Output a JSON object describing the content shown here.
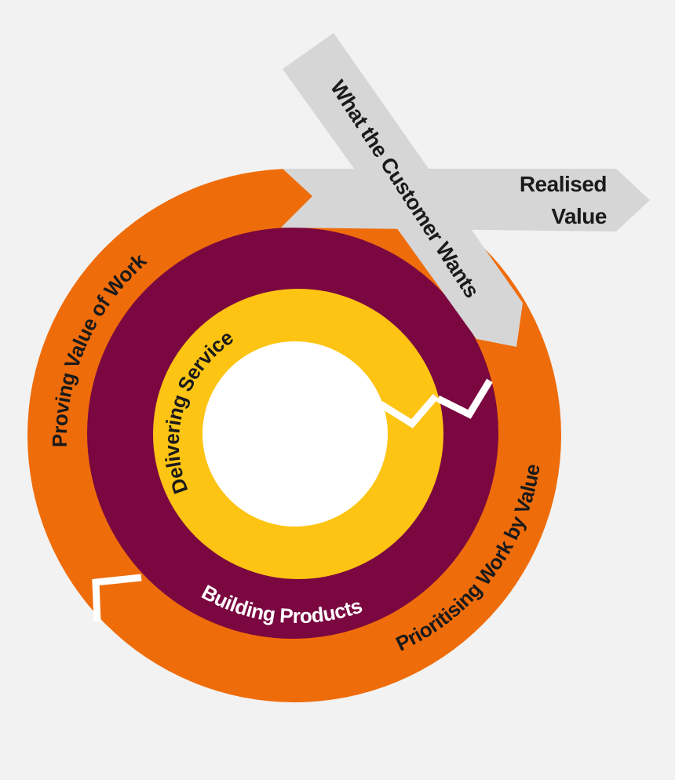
{
  "diagram": {
    "colors": {
      "background": "#f2f2f2",
      "outer_ring": "#ef6c0a",
      "middle_ring": "#7a0740",
      "inner_ring": "#fdc414",
      "center": "#ffffff",
      "arrows": "#d6d6d6",
      "label_dark": "#1a1a1a",
      "label_light": "#ffffff"
    },
    "arrows": {
      "customer_wants": "What the Customer Wants",
      "realised_value_line1": "Realised",
      "realised_value_line2": "Value"
    },
    "rings": {
      "outer_left": "Proving Value of Work",
      "outer_right": "Prioritising Work by Value",
      "middle": "Building Products",
      "inner": "Delivering Service"
    }
  }
}
